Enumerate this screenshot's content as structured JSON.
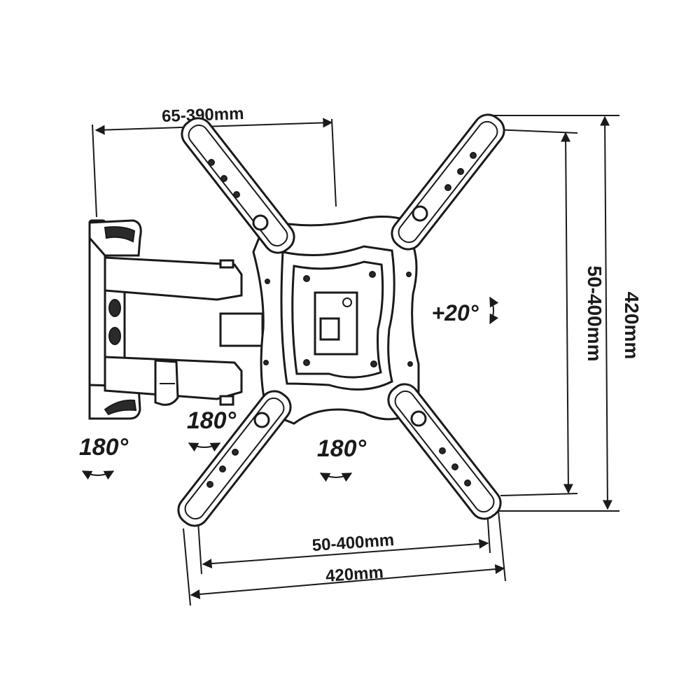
{
  "diagram": {
    "dimensions": {
      "arm_extension": "65-390mm",
      "vertical_vesa": "50-400mm",
      "vertical_max": "420mm",
      "horizontal_vesa": "50-400mm",
      "horizontal_max": "420mm"
    },
    "rotations": {
      "tilt": "+20°",
      "wall_swivel": "180°",
      "arm_swivel": "180°",
      "plate_swivel": "180°"
    }
  }
}
